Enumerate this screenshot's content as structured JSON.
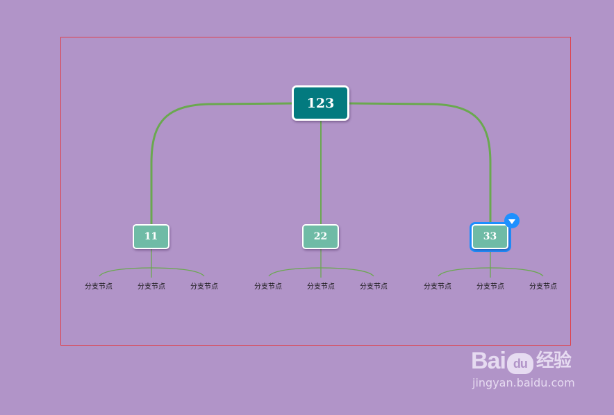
{
  "mindmap": {
    "root": {
      "label": "123",
      "color": "#037a7f"
    },
    "branches": [
      {
        "label": "11",
        "color": "#6fbba6",
        "selected": false,
        "leaves": [
          "分支节点",
          "分支节点",
          "分支节点"
        ]
      },
      {
        "label": "22",
        "color": "#6fbba6",
        "selected": false,
        "leaves": [
          "分支节点",
          "分支节点",
          "分支节点"
        ]
      },
      {
        "label": "33",
        "color": "#6fbba6",
        "selected": true,
        "leaves": [
          "分支节点",
          "分支节点",
          "分支节点"
        ]
      }
    ],
    "link_color": "#6aa84f",
    "selection_color": "#1e90ff",
    "frame_color": "#e0404a",
    "background_color": "#b194c8"
  },
  "watermark": {
    "brand": "Bai",
    "brand_paw": "du",
    "brand_cn": "经验",
    "url": "jingyan.baidu.com"
  }
}
